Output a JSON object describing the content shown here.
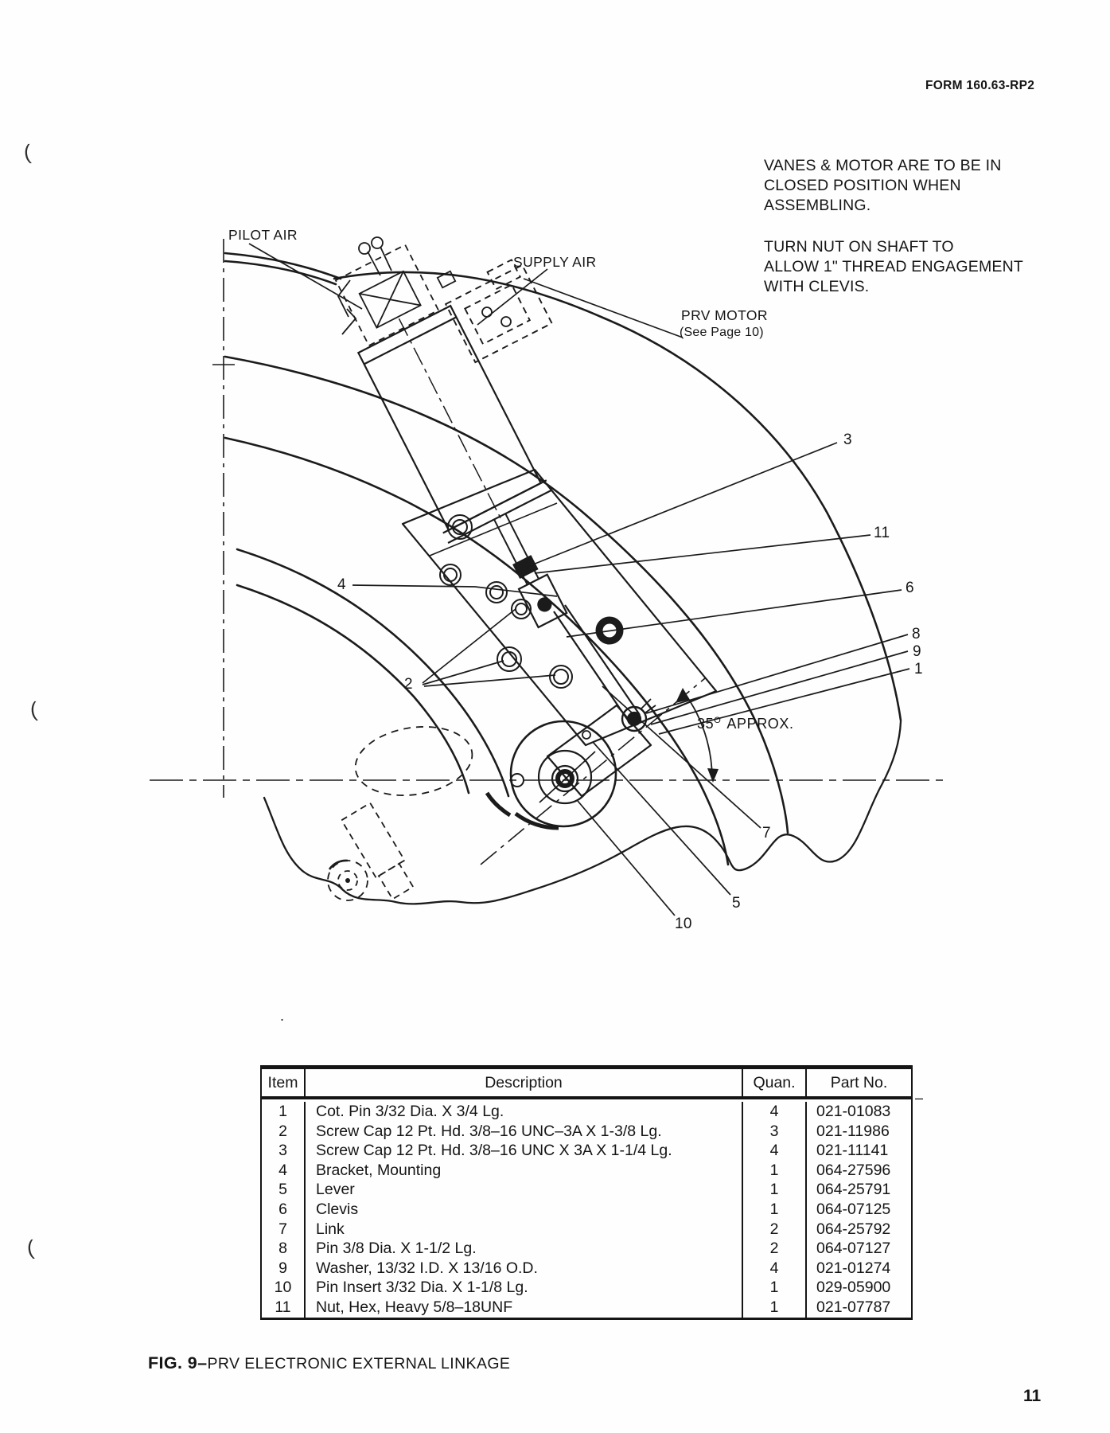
{
  "page": {
    "form_number": "FORM 160.63-RP2",
    "page_number": "11",
    "caption_prefix": "FIG. 9–",
    "caption_title": "PRV ELECTRONIC EXTERNAL LINKAGE"
  },
  "notes": {
    "note1_lines": [
      "VANES & MOTOR ARE TO BE IN",
      "CLOSED POSITION WHEN",
      "ASSEMBLING."
    ],
    "note2_lines": [
      "TURN NUT ON SHAFT TO",
      "ALLOW 1\" THREAD ENGAGEMENT",
      "WITH CLEVIS."
    ]
  },
  "diagram": {
    "labels": {
      "pilot_air": "PILOT AIR",
      "supply_air": "SUPPLY AIR",
      "prv_motor": "PRV MOTOR",
      "prv_motor_sub": "(See Page 10)"
    },
    "angle": {
      "value": "35",
      "sup": "O",
      "suffix": "APPROX."
    },
    "callouts": [
      "3",
      "11",
      "6",
      "8",
      "9",
      "1",
      "4",
      "2",
      "7",
      "5",
      "10"
    ]
  },
  "parts_table": {
    "headers": {
      "item": "Item",
      "description": "Description",
      "quan": "Quan.",
      "part_no": "Part No."
    },
    "rows": [
      {
        "item": "1",
        "description": "Cot. Pin 3/32 Dia. X 3/4 Lg.",
        "quan": "4",
        "part_no": "021-01083"
      },
      {
        "item": "2",
        "description": "Screw Cap 12 Pt. Hd. 3/8–16 UNC–3A X 1-3/8 Lg.",
        "quan": "3",
        "part_no": "021-11986"
      },
      {
        "item": "3",
        "description": "Screw Cap 12 Pt. Hd. 3/8–16 UNC X 3A X 1-1/4 Lg.",
        "quan": "4",
        "part_no": "021-11141"
      },
      {
        "item": "4",
        "description": "Bracket, Mounting",
        "quan": "1",
        "part_no": "064-27596"
      },
      {
        "item": "5",
        "description": "Lever",
        "quan": "1",
        "part_no": "064-25791"
      },
      {
        "item": "6",
        "description": "Clevis",
        "quan": "1",
        "part_no": "064-07125"
      },
      {
        "item": "7",
        "description": "Link",
        "quan": "2",
        "part_no": "064-25792"
      },
      {
        "item": "8",
        "description": "Pin 3/8 Dia. X 1-1/2 Lg.",
        "quan": "2",
        "part_no": "064-07127"
      },
      {
        "item": "9",
        "description": "Washer, 13/32 I.D. X 13/16 O.D.",
        "quan": "4",
        "part_no": "021-01274"
      },
      {
        "item": "10",
        "description": "Pin Insert 3/32 Dia. X 1-1/8 Lg.",
        "quan": "1",
        "part_no": "029-05900"
      },
      {
        "item": "11",
        "description": "Nut, Hex, Heavy 5/8–18UNF",
        "quan": "1",
        "part_no": "021-07787"
      }
    ]
  },
  "artifacts": {
    "tick": "–",
    "dot": ".",
    "curl": "("
  }
}
